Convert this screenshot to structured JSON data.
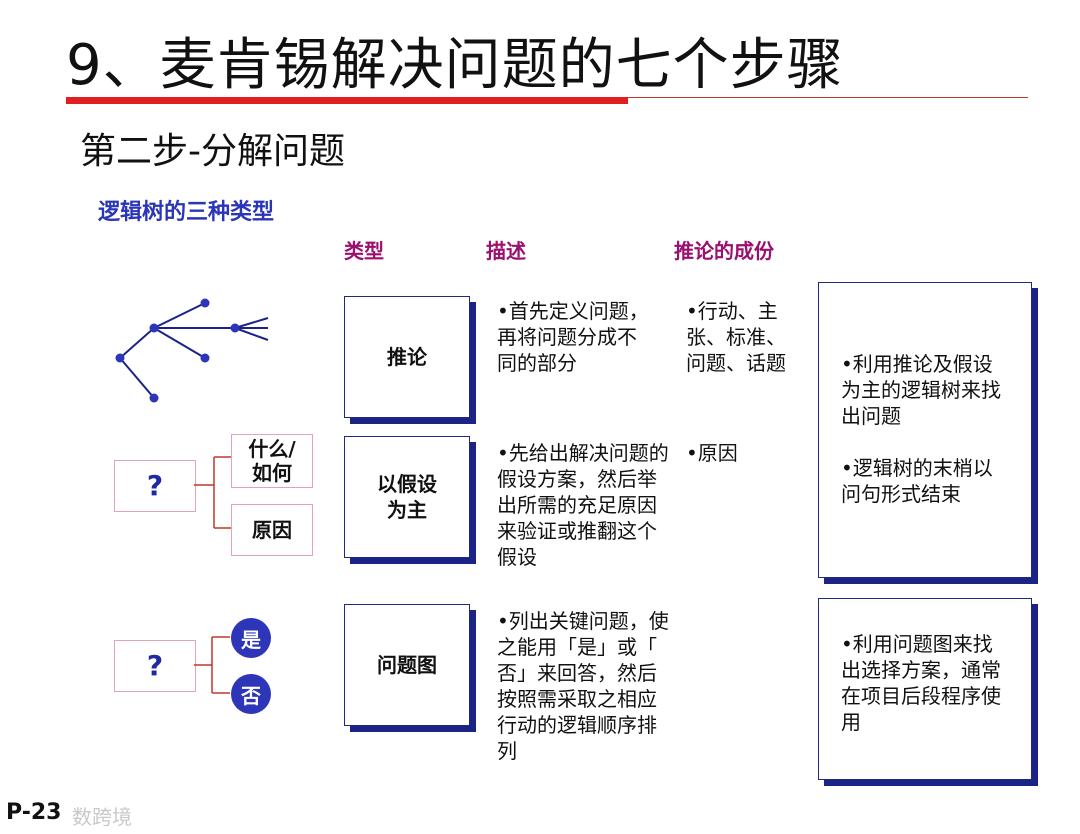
{
  "title": "9、麦肯锡解决问题的七个步骤",
  "subtitle": "第二步-分解问题",
  "section_label": "逻辑树的三种类型",
  "columns": {
    "type": "类型",
    "description": "描述",
    "components": "推论的成份"
  },
  "rows": [
    {
      "type": "推论",
      "description": "•首先定义问题，\n再将问题分成不\n同的部分",
      "components": "•行动、主\n张、标准、\n问题、话题"
    },
    {
      "type": "以假设\n为主",
      "description": "•先给出解决问题的\n假设方案，然后举\n出所需的充足原因\n来验证或推翻这个\n假设",
      "components": "•原因"
    },
    {
      "type": "问题图",
      "description": "•列出关键问题，使\n之能用「是」或「\n否」来回答，然后\n按照需采取之相应\n行动的逻辑顺序排\n列",
      "components": ""
    }
  ],
  "summary_boxes": [
    {
      "text": "•利用推论及假设\n为主的逻辑树来找\n出问题\n\n•逻辑树的末梢以\n问句形式结束"
    },
    {
      "text": "•利用问题图来找\n出选择方案，通常\n在项目后段程序使\n用"
    }
  ],
  "diagram_hypothesis": {
    "question": "?",
    "branch_1": "什么/\n如何",
    "branch_2": "原因"
  },
  "diagram_issue": {
    "question": "?",
    "yes": "是",
    "no": "否"
  },
  "page_number": "P-23",
  "watermark": "数跨境",
  "colors": {
    "accent_red": "#e02020",
    "navy": "#1c2386",
    "label_blue": "#2a35b8",
    "header_magenta": "#9b0f6e",
    "pink_border": "#e6a3b6"
  }
}
